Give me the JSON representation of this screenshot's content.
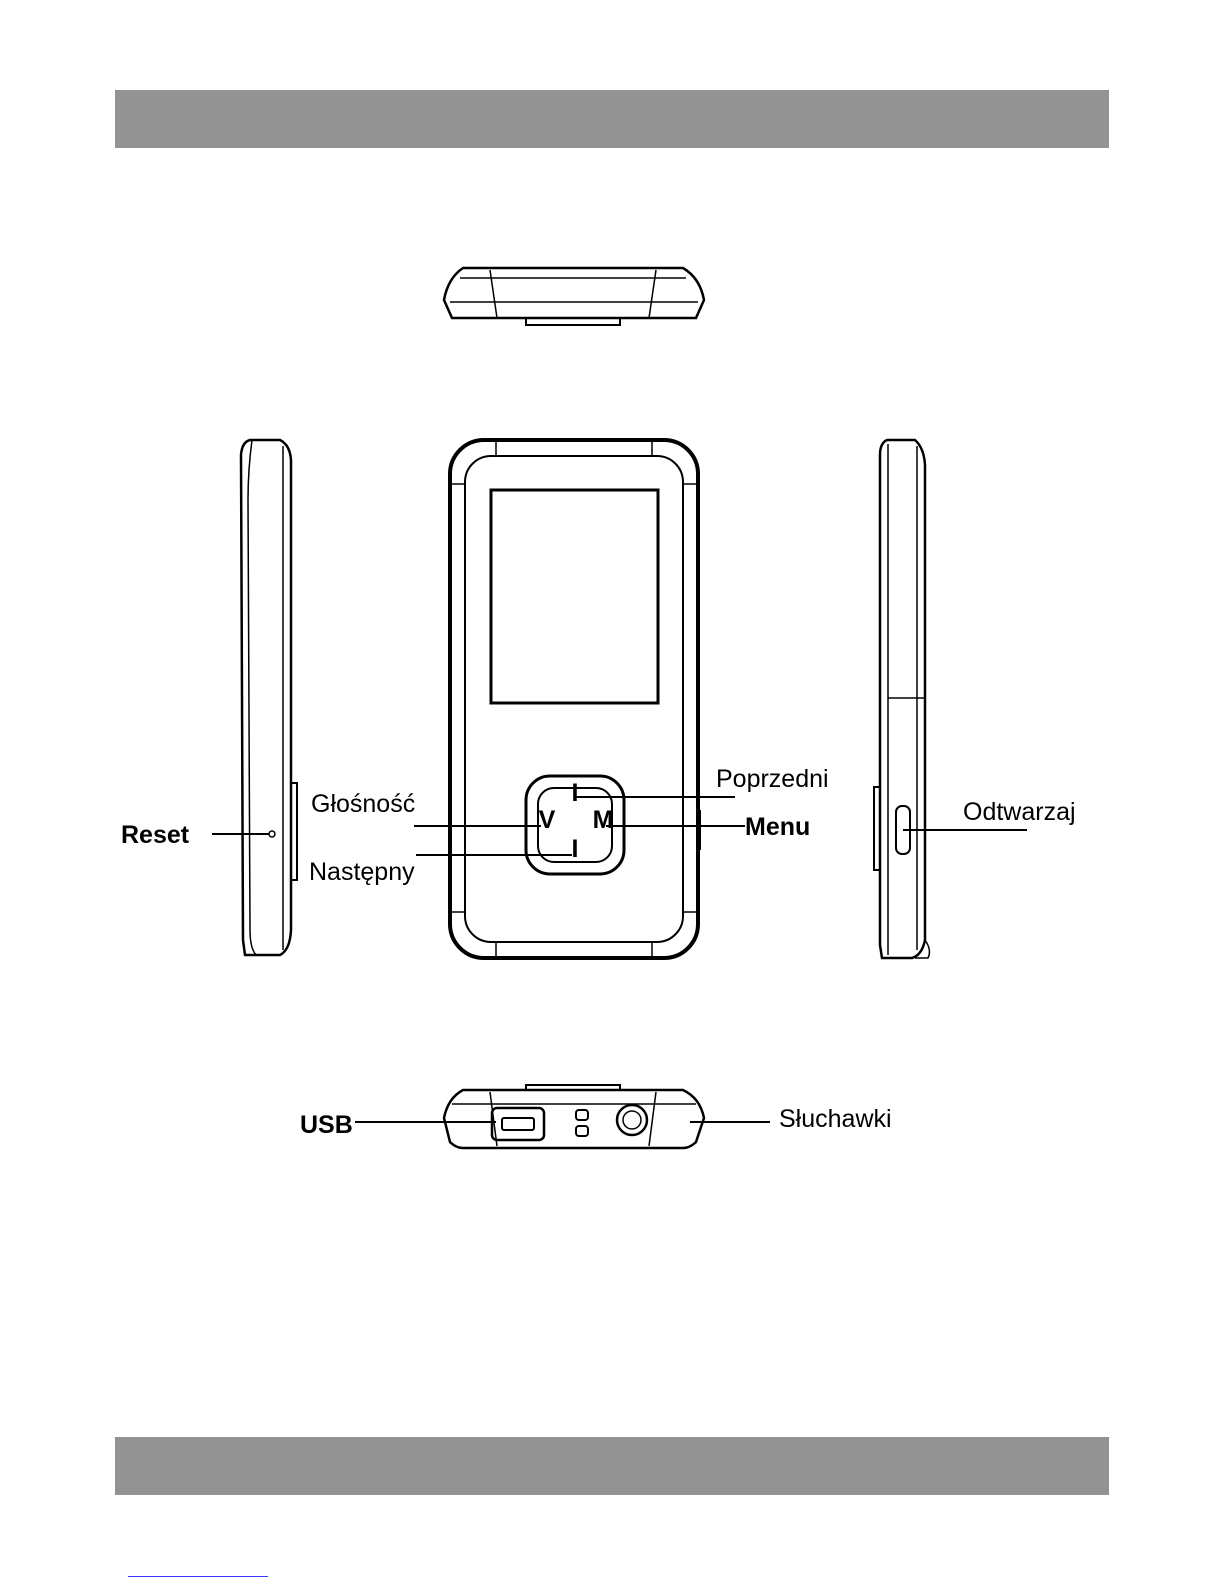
{
  "labels": {
    "reset": "Reset",
    "volume": "Głośność",
    "next": "Następny",
    "previous": "Poprzedni",
    "menu": "Menu",
    "play": "Odtwarzaj",
    "usb": "USB",
    "headphones": "Słuchawki"
  },
  "dpad_marks": {
    "top": "I",
    "left": "V",
    "right": "M",
    "bottom": "I"
  },
  "colors": {
    "band": "#939393",
    "stroke": "#000000"
  }
}
